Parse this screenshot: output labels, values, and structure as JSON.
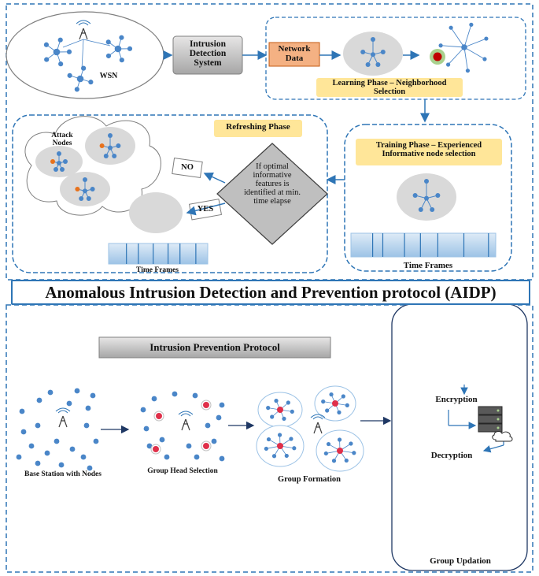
{
  "title": "Anomalous Intrusion Detection and Prevention protocol (AIDP)",
  "detection": {
    "wsn_label": "WSN",
    "ids_label": "Intrusion Detection System",
    "network_data_label": "Network Data",
    "learning_phase_label": "Learning Phase – Neighborhood Selection",
    "training_phase_label": "Training Phase – Experienced Informative node selection",
    "refreshing_phase_label": "Refreshing Phase",
    "attack_nodes_label": "Attack Nodes",
    "decision_text": "If optimal informative features is identified at min. time elapse",
    "yes_label": "YES",
    "no_label": "NO",
    "time_frames_label_left": "Time Frames",
    "time_frames_label_right": "Time Frames"
  },
  "prevention": {
    "protocol_label": "Intrusion Prevention Protocol",
    "base_station_label": "Base Station with Nodes",
    "group_head_label": "Group Head Selection",
    "group_formation_label": "Group Formation",
    "encryption_label": "Encryption",
    "decryption_label": "Decryption",
    "group_updation_label": "Group Updation"
  },
  "colors": {
    "node_blue": "#4a86c8",
    "group_head_red": "#e0304a",
    "attack_orange": "#e8721c",
    "dashed_border": "#2e75b6",
    "highlight_yellow": "#ffe699",
    "decision_gray": "#bfbfbf",
    "time_frame_blue": "#bdd7ee"
  }
}
